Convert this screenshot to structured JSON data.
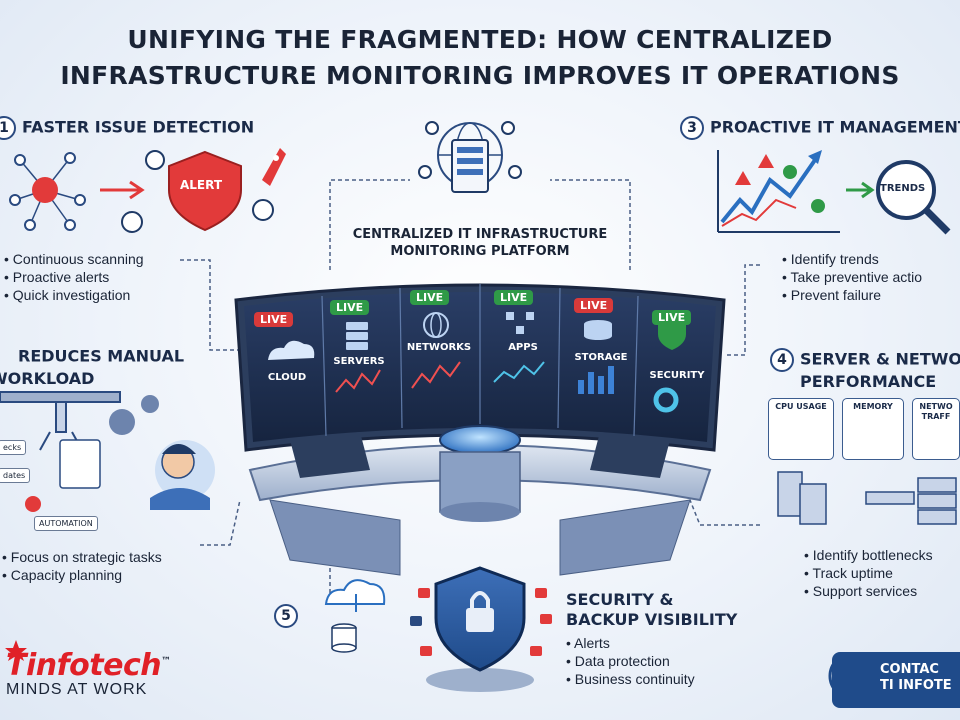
{
  "title": {
    "line1": "UNIFYING THE FRAGMENTED: HOW CENTRALIZED",
    "line2": "INFRASTRUCTURE MONITORING IMPROVES IT OPERATIONS"
  },
  "sections": {
    "s1": {
      "number": "1",
      "heading": "FASTER ISSUE DETECTION",
      "alert_label": "ALERT",
      "bullets": [
        "Continuous scanning",
        "Proactive alerts",
        "Quick investigation"
      ]
    },
    "s2": {
      "heading_line1": "REDUCES MANUAL",
      "heading_line2": "WORKLOAD",
      "tags": [
        "ecks",
        "dates",
        "AUTOMATION"
      ],
      "bullets": [
        "Focus on strategic tasks",
        "Capacity planning"
      ]
    },
    "s3": {
      "number": "3",
      "heading": "PROACTIVE IT MANAGEMENT",
      "trends_label": "TRENDS",
      "bullets": [
        "Identify trends",
        "Take preventive actio",
        "Prevent failure"
      ]
    },
    "s4": {
      "number": "4",
      "heading_line1": "SERVER & NETWO",
      "heading_line2": "PERFORMANCE",
      "cards": [
        "CPU USAGE",
        "MEMORY",
        "NETWO TRAFF"
      ],
      "bullets": [
        "Identify bottlenecks",
        "Track uptime",
        "Support services"
      ]
    },
    "s5": {
      "number": "5",
      "heading_line1": "SECURITY &",
      "heading_line2": "BACKUP VISIBILITY",
      "bullets": [
        "Alerts",
        "Data protection",
        "Business continuity"
      ]
    }
  },
  "platform": {
    "label_line1": "CENTRALIZED IT INFRASTRUCTURE",
    "label_line2": "MONITORING PLATFORM",
    "tiles": [
      {
        "name": "CLOUD",
        "live": "LIVE",
        "live_color": "#d83a3a"
      },
      {
        "name": "SERVERS",
        "live": "LIVE",
        "live_color": "#2f9a47"
      },
      {
        "name": "NETWORKS",
        "live": "LIVE",
        "live_color": "#2f9a47"
      },
      {
        "name": "APPS",
        "live": "LIVE",
        "live_color": "#2f9a47"
      },
      {
        "name": "STORAGE",
        "live": "LIVE",
        "live_color": "#d83a3a"
      },
      {
        "name": "SECURITY",
        "live": "LIVE",
        "live_color": "#2f9a47"
      }
    ]
  },
  "branding": {
    "logo_text": "Tinfotech",
    "logo_tm": "™",
    "logo_tagline": "MINDS AT WORK",
    "contact_line1": "CONTAC",
    "contact_line2": "TI INFOTE"
  },
  "colors": {
    "accent_blue": "#1f4b8a",
    "alert_red": "#d83a3a",
    "ok_green": "#2f9a47",
    "screen_dark": "#1a2a4a"
  }
}
